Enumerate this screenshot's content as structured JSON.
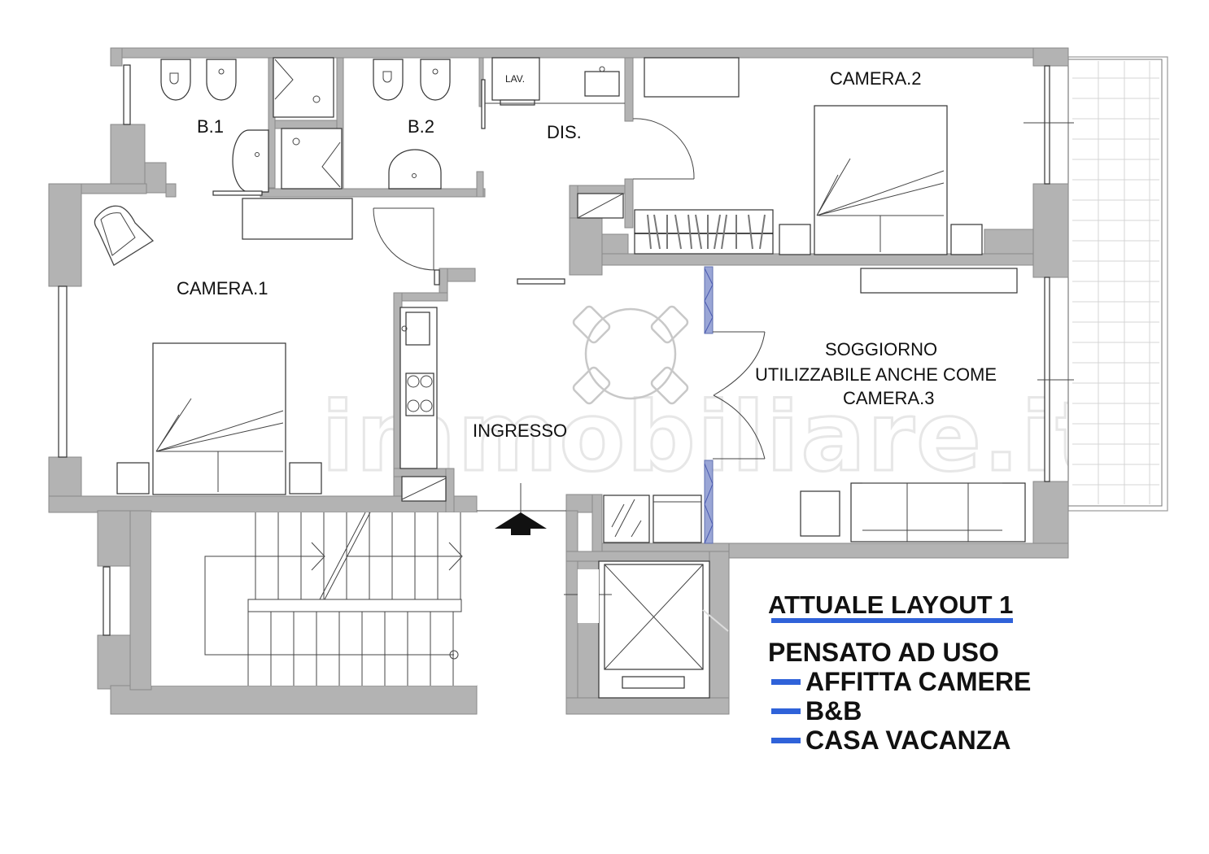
{
  "plan": {
    "rooms": {
      "bath1": "B.1",
      "bath2": "B.2",
      "hallway": "DIS.",
      "laundry": "LAV.",
      "bedroom1": "CAMERA.1",
      "bedroom2": "CAMERA.2",
      "entrance": "INGRESSO",
      "living_line1": "SOGGIORNO",
      "living_line2": "UTILIZZABILE ANCHE COME",
      "living_line3": "CAMERA.3"
    },
    "watermark": "immobiliare.it",
    "colors": {
      "wall": "#b3b3b3",
      "accent_blue": "#2f62d9",
      "partition_blue": "#9aa6d6"
    }
  },
  "legend": {
    "title": "ATTUALE LAYOUT 1",
    "subtitle": "PENSATO AD USO",
    "items": [
      {
        "label": "AFFITTA CAMERE"
      },
      {
        "label": "B&B"
      },
      {
        "label": "CASA VACANZA"
      }
    ]
  }
}
